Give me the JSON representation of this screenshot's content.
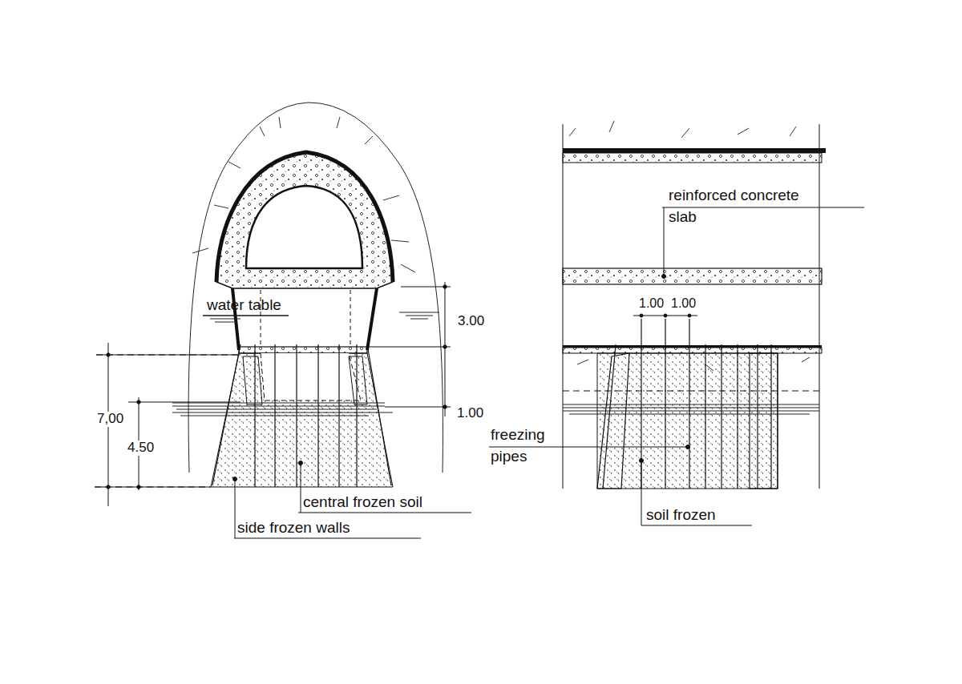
{
  "diagram": {
    "labels": [
      "water table",
      "3.00",
      "1.00",
      "7,00",
      "4.50",
      "central frozen soil",
      "side frozen walls",
      "reinforced concrete slab",
      "1.00",
      "1.00",
      "freezing pipes",
      "soil frozen"
    ]
  }
}
